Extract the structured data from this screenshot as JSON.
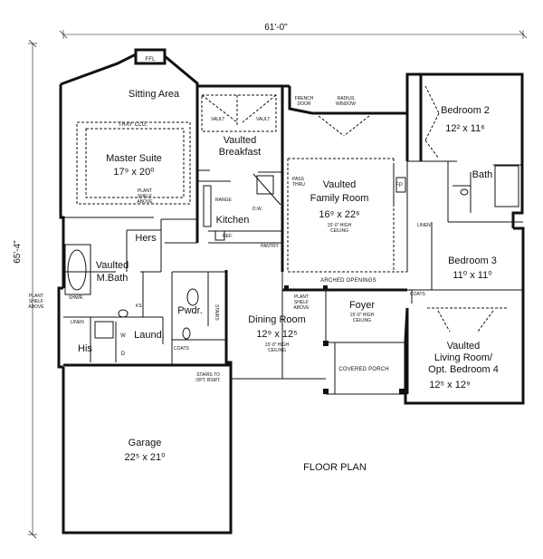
{
  "dimensions": {
    "width_label": "61'-0\"",
    "height_label": "65'-4\""
  },
  "title": "FLOOR PLAN",
  "rooms": {
    "sitting": "Sitting Area",
    "ffl": "FFL",
    "master_name": "Master Suite",
    "master_dim": "17⁹ x 20⁰",
    "tray": "TRAY CLG.",
    "plant_shelf_master": [
      "PLANT",
      "SHELF",
      "ABOVE"
    ],
    "breakfast": [
      "Vaulted",
      "Breakfast"
    ],
    "french_door": [
      "FRENCH",
      "DOOR"
    ],
    "radius_window": [
      "RADIUS",
      "WINDOW"
    ],
    "bedroom2_name": "Bedroom 2",
    "bedroom2_dim": "12² x 11⁶",
    "bath": "Bath",
    "family_name": [
      "Vaulted",
      "Family Room"
    ],
    "family_dim": "16⁹ x 22⁶",
    "family_note": [
      "15'-0\" HIGH",
      "CEILING"
    ],
    "pass_thru": [
      "PASS",
      "THRU"
    ],
    "kitchen": "Kitchen",
    "range": "RANGE",
    "dw": "D.W.",
    "ref": "REF.",
    "pantry": "PANTRY",
    "fp": "FP",
    "linen_bed": "LINEN",
    "bedroom3_name": "Bedroom 3",
    "bedroom3_dim": "11⁰ x 11⁰",
    "arched": "ARCHED OPENINGS",
    "coats_right": "COATS",
    "hers": "Hers",
    "mbath": [
      "Vaulted",
      "M.Bath"
    ],
    "plant_shelf_left": [
      "PLANT",
      "SHELF",
      "ABOVE"
    ],
    "shwr": "SHWR.",
    "linen_bath": "LINEN",
    "ks": "KS",
    "his": "His",
    "pwdr": "Pwdr.",
    "stairs": "STAIRS",
    "laund": "Laund.",
    "w": "W",
    "d": "D",
    "coats_left": "COATS",
    "stairs_to": [
      "STAIRS TO",
      "OPT. BSMT."
    ],
    "dining_name": "Dining Room",
    "dining_dim": "12⁹ x 12⁵",
    "dining_note": [
      "15'-0\" HIGH",
      "CEILING"
    ],
    "plant_shelf_dining": [
      "PLANT",
      "SHELF",
      "ABOVE"
    ],
    "foyer": "Foyer",
    "foyer_note": [
      "15'-0\" HIGH",
      "CEILING"
    ],
    "covered_porch": "COVERED PORCH",
    "living_name": [
      "Vaulted",
      "Living Room/",
      "Opt. Bedroom 4"
    ],
    "living_dim": "12⁵ x 12⁹",
    "garage_name": "Garage",
    "garage_dim": "22⁵ x 21⁰",
    "vault": "VAULT"
  }
}
